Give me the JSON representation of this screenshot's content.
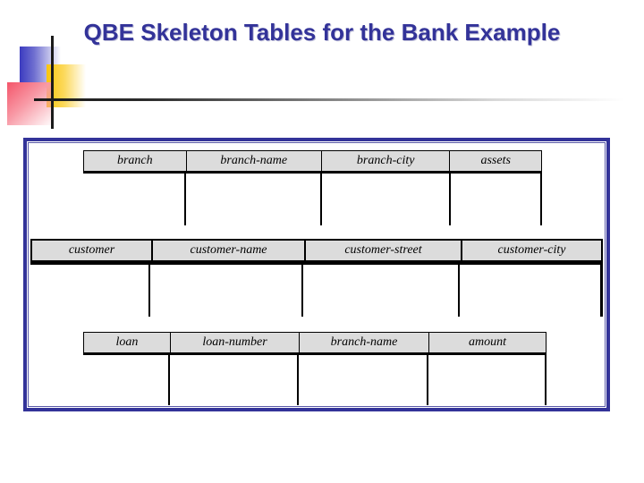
{
  "slide": {
    "title": "QBE Skeleton Tables for the Bank Example",
    "title_color": "#333399",
    "panel_border_color": "#333399",
    "header_fill": "#DCDCDC",
    "rule_color": "#1A1A1A",
    "background": "#FFFFFF"
  },
  "decor": {
    "blue_square": "#3B3BBF",
    "yellow_square": "#F9C50D",
    "red_square": "#F4556A"
  },
  "tables": [
    {
      "name": "branch",
      "relation_label": "branch",
      "columns": [
        "branch",
        "branch-name",
        "branch-city",
        "assets"
      ],
      "attribute_columns": [
        "branch-name",
        "branch-city",
        "assets"
      ],
      "rows": []
    },
    {
      "name": "customer",
      "relation_label": "customer",
      "columns": [
        "customer",
        "customer-name",
        "customer-street",
        "customer-city"
      ],
      "attribute_columns": [
        "customer-name",
        "customer-street",
        "customer-city"
      ],
      "rows": []
    },
    {
      "name": "loan",
      "relation_label": "loan",
      "columns": [
        "loan",
        "loan-number",
        "branch-name",
        "amount"
      ],
      "attribute_columns": [
        "loan-number",
        "branch-name",
        "amount"
      ],
      "rows": []
    }
  ]
}
